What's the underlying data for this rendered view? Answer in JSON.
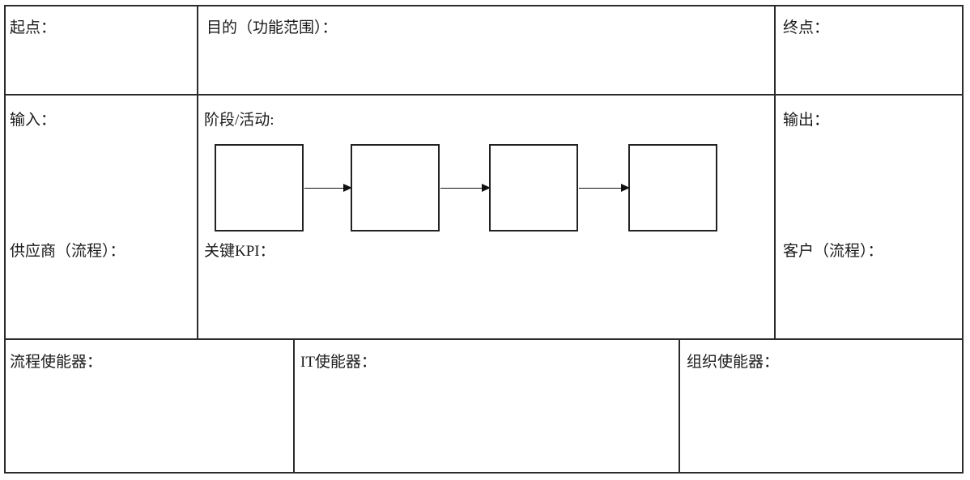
{
  "document": {
    "type": "process-definition-sheet",
    "border_color": "#2b2b2b",
    "background_color": "#ffffff"
  },
  "row1": {
    "start_label": "起点：",
    "purpose_label": "目的（功能范围）：",
    "end_label": "终点："
  },
  "row2": {
    "input_label": "输入：",
    "supplier_label": "供应商（流程）：",
    "stages_label": "阶段/活动:",
    "kpi_label": "关键KPI：",
    "output_label": "输出：",
    "customer_label": "客户（流程）："
  },
  "row3": {
    "process_enabler_label": "流程使能器：",
    "it_enabler_label": "IT使能器：",
    "org_enabler_label": "组织使能器："
  },
  "flow": {
    "box_count": 4,
    "arrow_count": 3,
    "box_fill": "#ffffff",
    "box_stroke": "#222222",
    "arrow_color": "#111111",
    "boxes": [
      {
        "label": ""
      },
      {
        "label": ""
      },
      {
        "label": ""
      },
      {
        "label": ""
      }
    ]
  }
}
